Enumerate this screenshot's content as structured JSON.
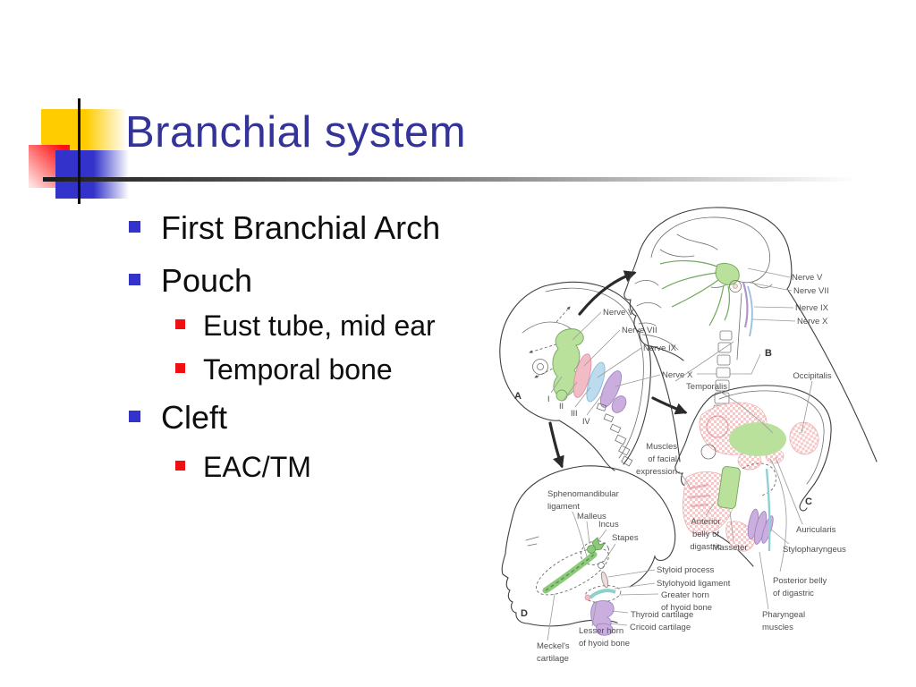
{
  "slide": {
    "title": "Branchial system",
    "bullets": [
      {
        "level": 1,
        "text": "First Branchial Arch"
      },
      {
        "level": 1,
        "text": "Pouch"
      },
      {
        "level": 2,
        "text": "Eust tube, mid ear"
      },
      {
        "level": 2,
        "text": "Temporal bone"
      },
      {
        "level": 1,
        "text": "Cleft"
      },
      {
        "level": 2,
        "text": "EAC/TM"
      }
    ],
    "colors": {
      "title": "#333399",
      "bullet_level1": "#3333cc",
      "bullet_level2": "#ee1111",
      "deco_yellow": "#ffcc00",
      "deco_red": "#ff1010",
      "deco_blue": "#3333cc"
    }
  },
  "diagram": {
    "colors": {
      "arch_green": "#b9e19c",
      "arch_pink": "#f2bcc6",
      "arch_blue": "#bcdcee",
      "arch_purple": "#c9aede"
    },
    "panel_a": {
      "marker": "A",
      "nerves": [
        "Nerve V",
        "Nerve VII",
        "Nerve IX",
        "Nerve X"
      ],
      "arches": [
        "I",
        "II",
        "III",
        "IV"
      ]
    },
    "panel_b": {
      "marker": "B",
      "nerves": [
        "Nerve V",
        "Nerve VII",
        "Nerve IX",
        "Nerve X"
      ]
    },
    "panel_c": {
      "marker": "C",
      "temporalis": "Temporalis",
      "occipitalis": "Occipitalis",
      "muscles_facial": [
        "Muscles",
        "of facial",
        "expression"
      ],
      "ant_digastric": [
        "Anterior",
        "belly of",
        "digastric"
      ],
      "masseter": "Masseter",
      "auricularis": "Auricularis",
      "stylopharyngeus": "Stylopharyngeus",
      "post_digastric": [
        "Posterior belly",
        "of digastric"
      ],
      "pharyngeal": [
        "Pharyngeal",
        "muscles"
      ]
    },
    "panel_d": {
      "marker": "D",
      "sphenomandibular": [
        "Sphenomandibular",
        "ligament"
      ],
      "malleus": "Malleus",
      "incus": "Incus",
      "stapes": "Stapes",
      "styloid": "Styloid process",
      "stylohyoid": "Stylohyoid ligament",
      "greater_horn": [
        "Greater horn",
        "of hyoid bone"
      ],
      "thyroid": "Thyroid cartilage",
      "cricoid": "Cricoid cartilage",
      "lesser_horn": [
        "Lesser horn",
        "of hyoid bone"
      ],
      "meckels": [
        "Meckel's",
        "cartilage"
      ]
    }
  }
}
